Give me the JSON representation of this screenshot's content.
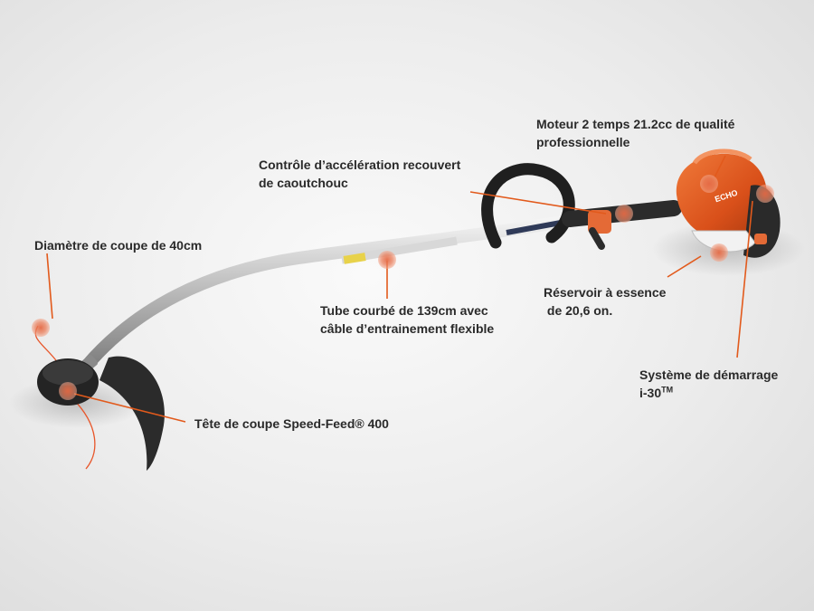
{
  "brand": {
    "accent": "#e25a1c",
    "logo_text": "ECHO"
  },
  "labels": {
    "engine": {
      "line1": "Moteur 2 temps 21.2cc de qualité",
      "line2": "professionnelle"
    },
    "throttle": {
      "line1": "Contrôle d’accélération recouvert",
      "line2": "de caoutchouc"
    },
    "cut_diameter": {
      "line1": "Diamètre de coupe de 40cm"
    },
    "shaft": {
      "line1": "Tube courbé de 139cm avec",
      "line2": "câble d’entrainement flexible"
    },
    "fuel_tank": {
      "line1": "Réservoir à essence",
      "line2": " de 20,6 on."
    },
    "starter": {
      "line1": "Système de démarrage",
      "line2": "i-30",
      "line2_suffix": "TM"
    },
    "head": {
      "line1": "Tête de coupe Speed-Feed® 400"
    }
  }
}
